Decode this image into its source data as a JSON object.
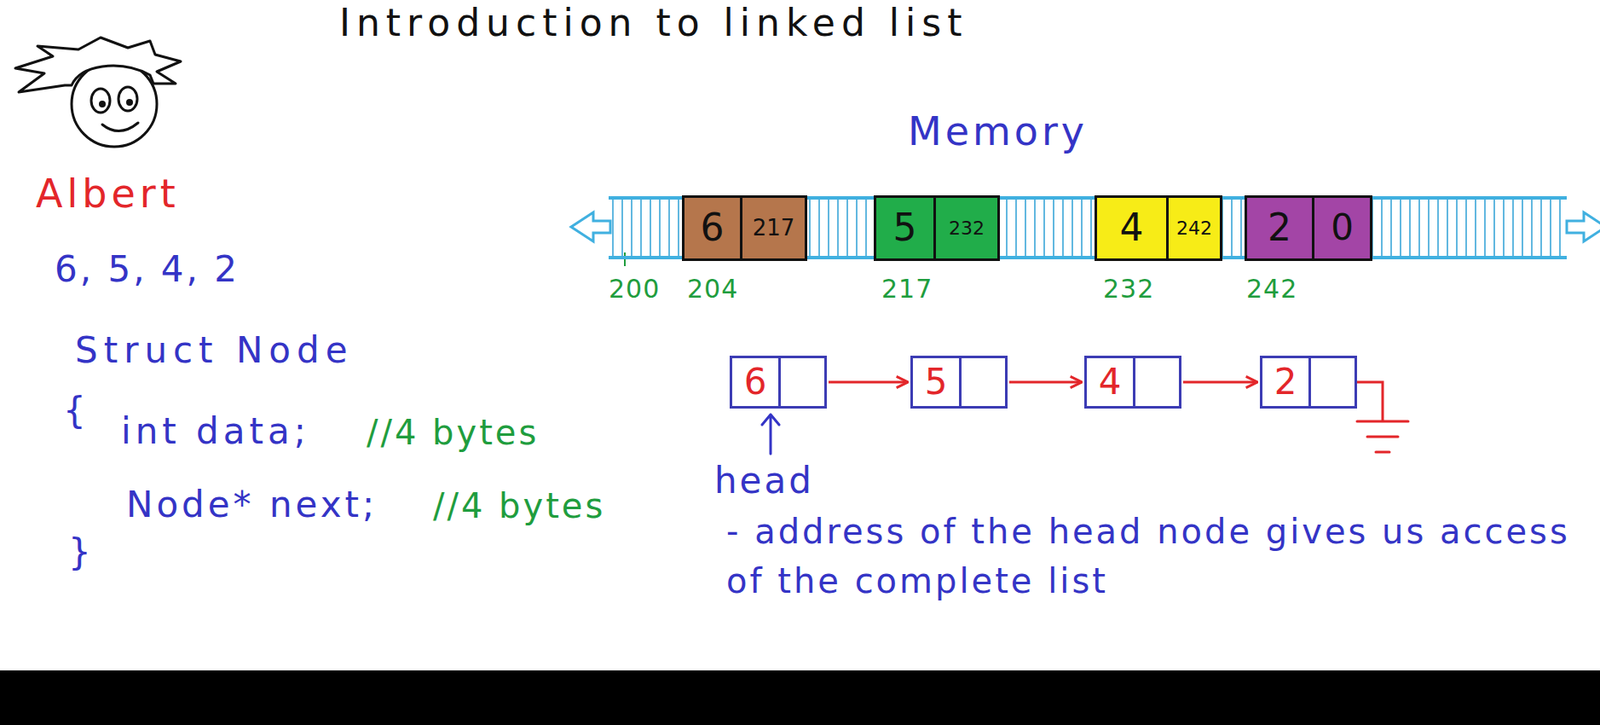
{
  "diagram": {
    "title": "Introduction to linked list",
    "nodes": [
      {
        "text": [
          "Memory"
        ]
      },
      {
        "text": [
          "6",
          "217"
        ],
        "in": 0
      },
      {
        "text": [
          "5",
          "232"
        ],
        "in": 0
      },
      {
        "text": [
          "4",
          "242"
        ],
        "in": 0
      },
      {
        "text": [
          "2",
          "0"
        ],
        "in": 0
      },
      {
        "text": [
          "6"
        ]
      },
      {
        "text": [
          "5"
        ]
      },
      {
        "text": [
          "4"
        ]
      },
      {
        "text": [
          "2"
        ]
      }
    ],
    "edges": [
      {
        "from": 5,
        "to": 6,
        "arrow": "to"
      },
      {
        "from": 6,
        "to": 7,
        "arrow": "to"
      },
      {
        "from": 7,
        "to": 8,
        "arrow": "to"
      }
    ],
    "labels": [
      "Albert",
      "6, 5, 4, 2",
      "Struct Node",
      "{",
      "int data;",
      "//4 bytes",
      "Node* next;",
      "//4 bytes",
      "}",
      "200",
      "204",
      "217",
      "232",
      "242",
      "head",
      "- address of the head node gives us access of the complete list"
    ]
  }
}
